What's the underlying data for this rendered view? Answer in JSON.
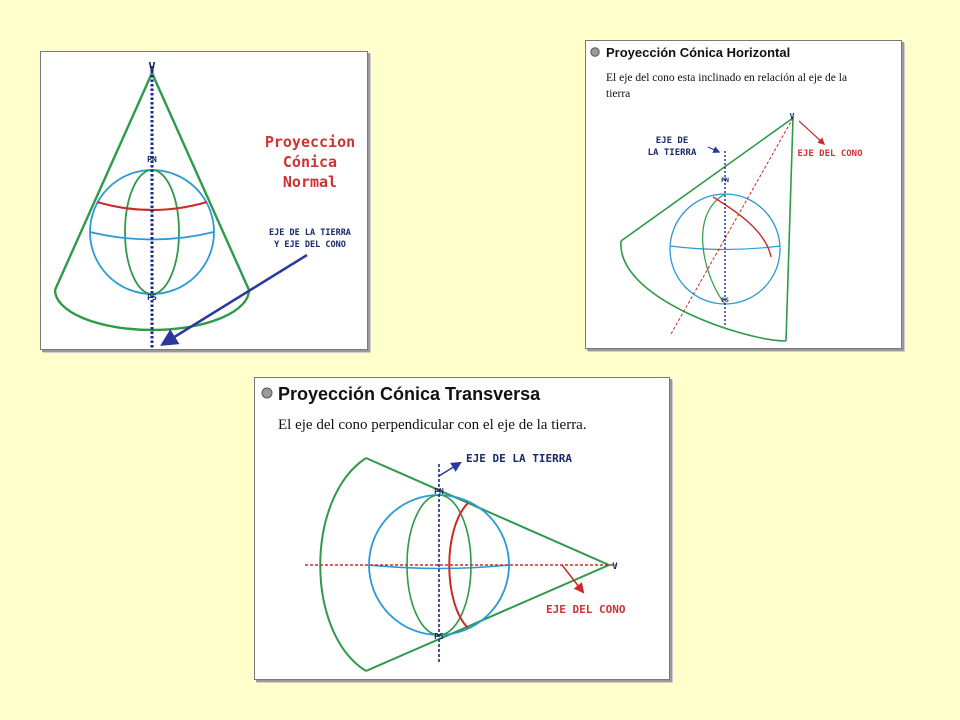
{
  "colors": {
    "background": "#ffffcc",
    "cone": "#2e9a4a",
    "globe": "#2a9ad6",
    "equator": "#cc2a2a",
    "axis": "#1a2a8a",
    "arrow": "#2a3a9a",
    "label_red": "#cc3333",
    "label_blue": "#1a2a6a"
  },
  "panel_normal": {
    "vertex": "V",
    "pole_north": "PN",
    "pole_south": "PS",
    "title_lines": [
      "Proyeccion",
      "Cónica",
      "Normal"
    ],
    "axis_label_lines": [
      "EJE DE LA TIERRA",
      "Y EJE DEL CONO"
    ]
  },
  "panel_horizontal": {
    "title": "Proyección Cónica Horizontal",
    "description_lines": [
      "El eje del cono esta inclinado en relación al eje de la",
      "tierra"
    ],
    "vertex": "V",
    "pole_north": "PN",
    "pole_south": "PS",
    "earth_axis_label_lines": [
      "EJE DE",
      "LA TIERRA"
    ],
    "cone_axis_label": "EJE DEL CONO"
  },
  "panel_transverse": {
    "title": "Proyección Cónica Transversa",
    "description": "El eje del cono perpendicular con el eje de la tierra.",
    "vertex": "V",
    "pole_north": "PN",
    "pole_south": "PS",
    "earth_axis_label": "EJE DE LA TIERRA",
    "cone_axis_label": "EJE DEL CONO"
  },
  "icons": [
    "bullet-icon"
  ]
}
